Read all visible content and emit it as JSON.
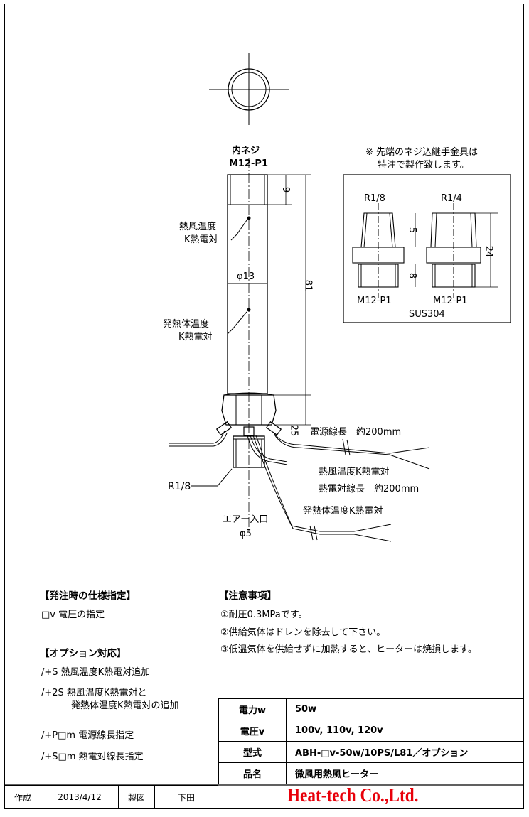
{
  "drawing": {
    "inner_thread_label": "内ネジ",
    "inner_thread_size": "M12-P1",
    "dim_9": "9",
    "dim_81": "81",
    "dim_13": "φ13",
    "dim_25": "25",
    "hot_air_tc_label_1": "熱風温度",
    "hot_air_tc_label_2": "K熱電対",
    "heater_tc_label_1": "発熱体温度",
    "heater_tc_label_2": "K熱電対",
    "power_line": "電源線長　約200mm",
    "hot_air_tc": "熱風温度K熱電対",
    "tc_line": "熱電対線長　約200mm",
    "heater_tc": "発熱体温度K熱電対",
    "thread_r18": "R1/8",
    "air_inlet": "エアー入口",
    "air_inlet_dia": "φ5"
  },
  "inset": {
    "note_1": "※ 先端のネジ込継手金具は",
    "note_2": "特注で製作致します。",
    "left_top": "R1/8",
    "right_top": "R1/4",
    "dim_5": "5",
    "dim_8": "8",
    "dim_24": "24",
    "left_bottom": "M12-P1",
    "right_bottom": "M12-P1",
    "material": "SUS304"
  },
  "order": {
    "title": "【発注時の仕様指定】",
    "item": "□v  電圧の指定"
  },
  "options": {
    "title": "【オプション対応】",
    "opt1": "/+S  熱風温度K熱電対追加",
    "opt2a": "/+2S  熱風温度K熱電対と",
    "opt2b": "発熱体温度K熱電対の追加",
    "opt3": "/+P□m  電源線長指定",
    "opt4": "/+S□m  熱電対線長指定"
  },
  "notes": {
    "title": "【注意事項】",
    "n1": "①耐圧0.3MPaです。",
    "n2": "②供給気体はドレンを除去して下さい。",
    "n3": "③低温気体を供給せずに加熱すると、ヒーターは焼損します。"
  },
  "spec": {
    "power_key": "電力w",
    "power_val": "50w",
    "voltage_key": "電圧v",
    "voltage_val": "100v, 110v, 120v",
    "model_key": "型式",
    "model_val": "ABH-□v-50w/10PS/L81／オプション",
    "name_key": "品名",
    "name_val": "微風用熱風ヒーター"
  },
  "footer": {
    "made_label": "作成",
    "date": "2013/4/12",
    "drawn_label": "製図",
    "drafter": "下田",
    "company": "Heat-tech Co.,Ltd."
  }
}
